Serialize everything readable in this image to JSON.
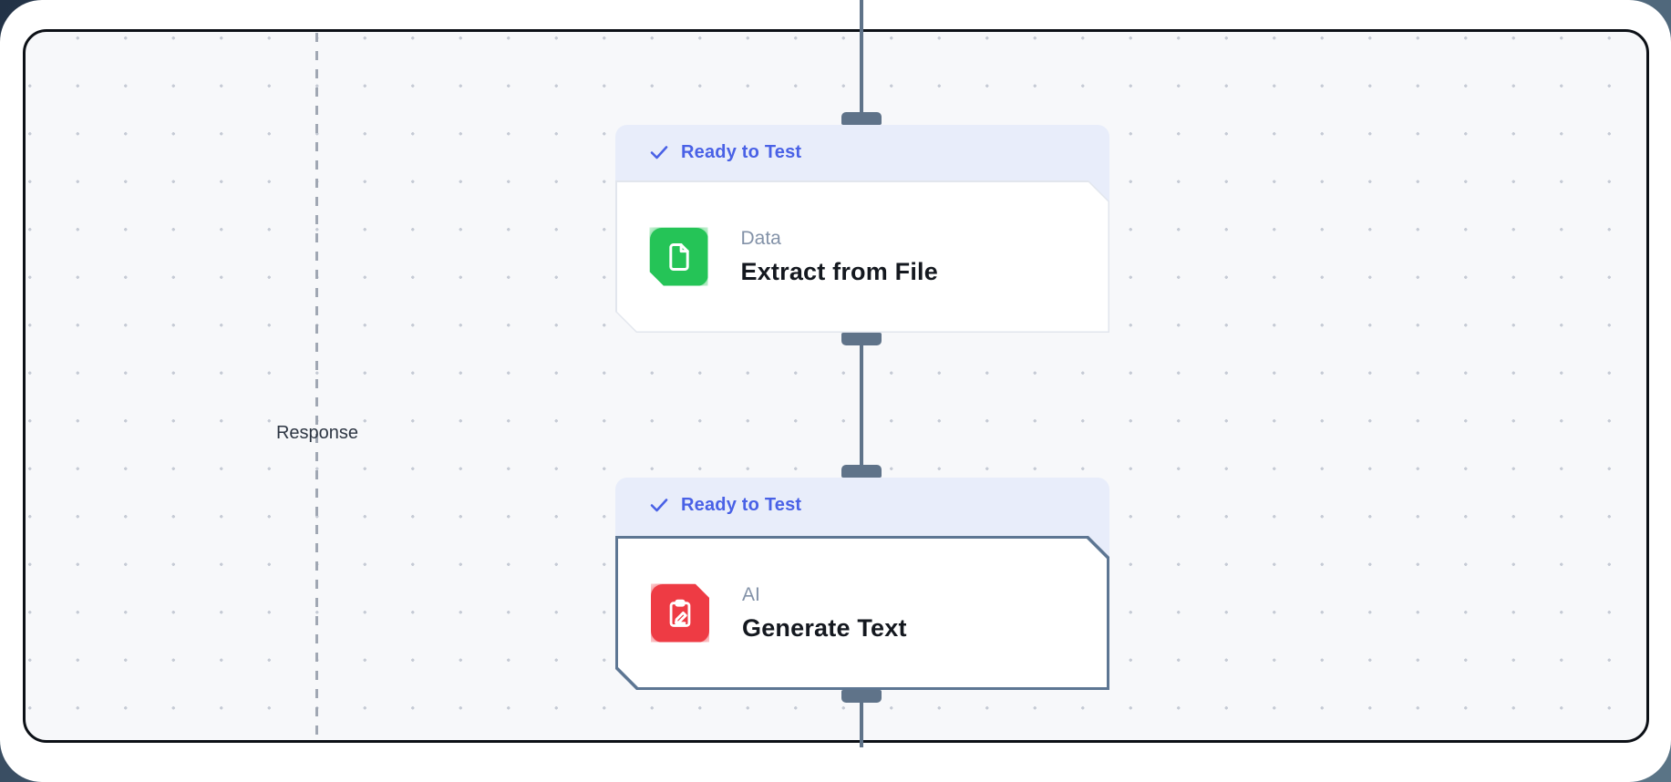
{
  "canvas": {
    "response_label": "Response"
  },
  "nodes": [
    {
      "status_label": "Ready to Test",
      "category": "Data",
      "title": "Extract from File",
      "icon": "file-icon",
      "icon_color": "#25c457"
    },
    {
      "status_label": "Ready to Test",
      "category": "AI",
      "title": "Generate Text",
      "icon": "clipboard-pen-icon",
      "icon_color": "#ee3b44"
    }
  ],
  "colors": {
    "status_text": "#4961e6",
    "status_badge_bg": "#e8edfa",
    "connector": "#5f7389",
    "selected_node_border": "#5d7693",
    "canvas_bg": "#f7f8fa",
    "canvas_frame": "#0c1016",
    "page_corner_bg": "#4c6378"
  }
}
